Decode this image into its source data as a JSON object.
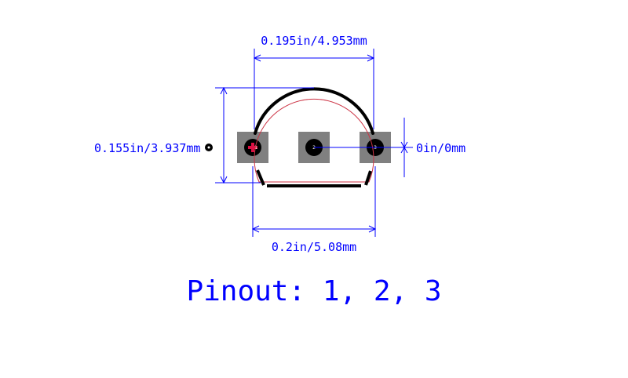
{
  "dimensions": {
    "top_width": "0.195in/4.953mm",
    "bottom_width": "0.2in/5.08mm",
    "left_height": "0.155in/3.937mm",
    "right_offset": "0in/0mm"
  },
  "pads": [
    {
      "number": "1"
    },
    {
      "number": "2"
    },
    {
      "number": "3"
    }
  ],
  "pinout_label": "Pinout: 1, 2, 3",
  "colors": {
    "dimension": "#0000ff",
    "silkscreen": "#000000",
    "courtyard": "#cc3344",
    "pad": "#808080",
    "drill": "#000000",
    "pin1_marker": "#dd1144"
  }
}
